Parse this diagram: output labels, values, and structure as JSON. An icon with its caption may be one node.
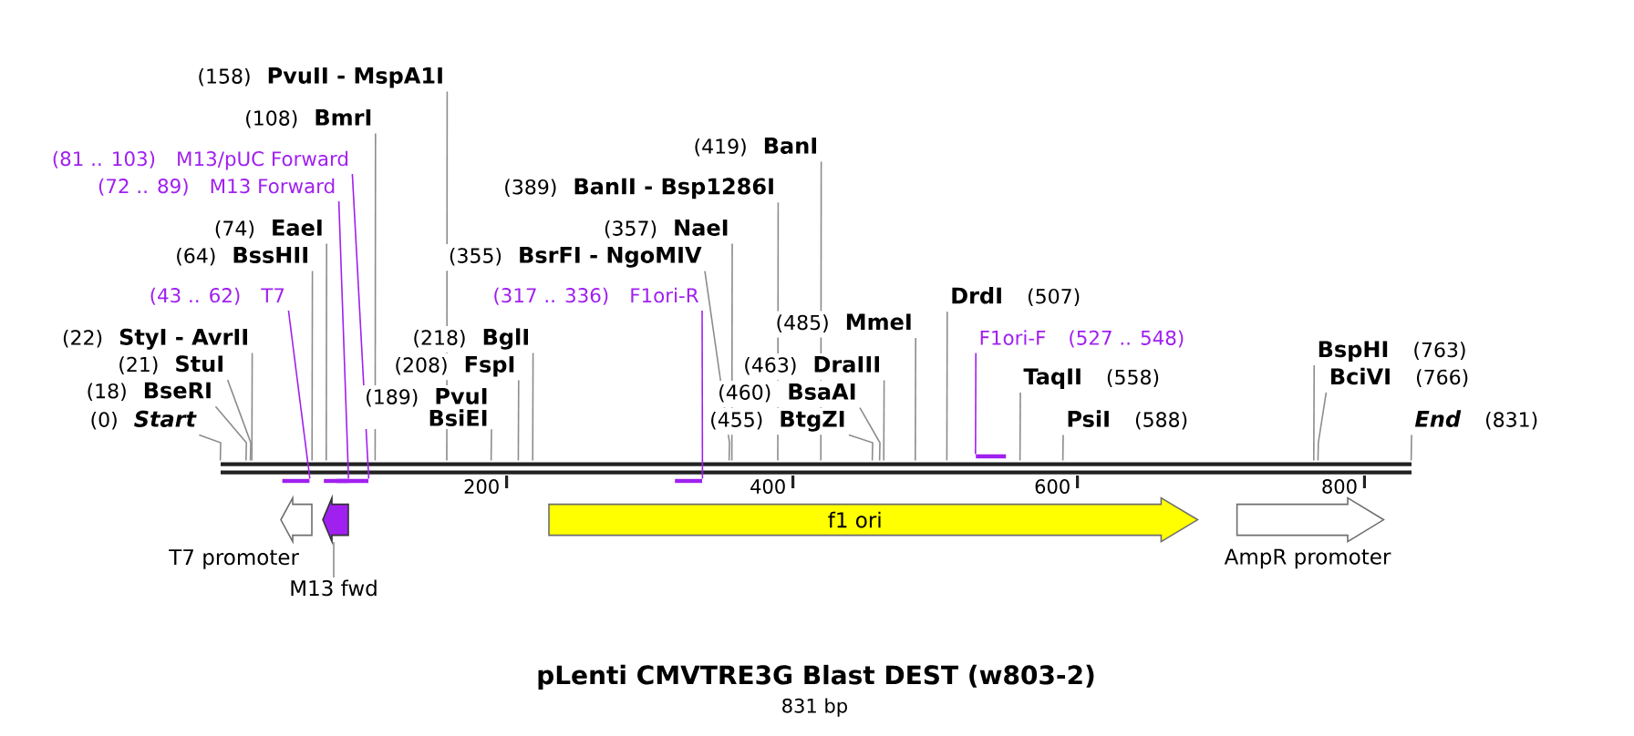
{
  "diagram": {
    "title": "pLenti CMVTRE3G Blast DEST (w803-2)",
    "caption": "831 bp",
    "nodes": [
      {
        "text": [
          "(158)",
          "PvuII - MspA1I"
        ]
      },
      {
        "text": [
          "(108)",
          "BmrI"
        ]
      },
      {
        "text": [
          "(419)",
          "BanI"
        ]
      },
      {
        "text": [
          "(81 .. 103)",
          "M13/pUC Forward"
        ]
      },
      {
        "text": [
          "(72 .. 89)",
          "M13 Forward"
        ]
      },
      {
        "text": [
          "(389)",
          "BanII - Bsp1286I"
        ]
      },
      {
        "text": [
          "(74)",
          "EaeI"
        ]
      },
      {
        "text": [
          "(357)",
          "NaeI"
        ]
      },
      {
        "text": [
          "(64)",
          "BssHII"
        ]
      },
      {
        "text": [
          "(355)",
          "BsrFI - NgoMIV"
        ]
      },
      {
        "text": [
          "(43 .. 62)",
          "T7"
        ]
      },
      {
        "text": [
          "(317 .. 336)",
          "F1ori-R"
        ]
      },
      {
        "text": [
          "DrdI",
          "(507)"
        ]
      },
      {
        "text": [
          "(485)",
          "MmeI"
        ]
      },
      {
        "text": [
          "(22)",
          "StyI - AvrII"
        ]
      },
      {
        "text": [
          "(218)",
          "BglI"
        ]
      },
      {
        "text": [
          "F1ori-F",
          "(527 .. 548)"
        ]
      },
      {
        "text": [
          "BspHI",
          "(763)"
        ]
      },
      {
        "text": [
          "(21)",
          "StuI"
        ]
      },
      {
        "text": [
          "(208)",
          "FspI"
        ]
      },
      {
        "text": [
          "(463)",
          "DraIII"
        ]
      },
      {
        "text": [
          "TaqII",
          "(558)"
        ]
      },
      {
        "text": [
          "BciVI",
          "(766)"
        ]
      },
      {
        "text": [
          "(18)",
          "BseRI"
        ]
      },
      {
        "text": [
          "(189)",
          "PvuI",
          "BsiEI"
        ]
      },
      {
        "text": [
          "(460)",
          "BsaAI"
        ]
      },
      {
        "text": [
          "(0)",
          "Start"
        ]
      },
      {
        "text": [
          "(455)",
          "BtgZI"
        ]
      },
      {
        "text": [
          "PsiI",
          "(588)"
        ]
      },
      {
        "text": [
          "End",
          "(831)"
        ]
      },
      {
        "text": [],
        "shape": "line"
      },
      {
        "text": [],
        "shape": "bar"
      },
      {
        "text": [],
        "shape": "bar"
      },
      {
        "text": [],
        "shape": "bar"
      },
      {
        "text": [],
        "shape": "bar"
      },
      {
        "text": [],
        "shape": "bar"
      },
      {
        "text": [],
        "shape": "arrow",
        "beside": [
          "T7 promoter"
        ]
      },
      {
        "text": [],
        "shape": "arrow"
      },
      {
        "text": [
          "f1 ori"
        ]
      },
      {
        "text": [],
        "shape": "arrow",
        "beside": [
          "AmpR promoter"
        ]
      },
      {
        "text": [
          "M13 fwd"
        ]
      }
    ],
    "edges": [
      {
        "from": 0,
        "to": 30,
        "arrow": "none"
      },
      {
        "from": 1,
        "to": 30,
        "arrow": "none"
      },
      {
        "from": 2,
        "to": 30,
        "arrow": "none"
      },
      {
        "from": 3,
        "to": 33,
        "arrow": "none",
        "color": "#a020f0"
      },
      {
        "from": 4,
        "to": 32,
        "arrow": "none",
        "color": "#a020f0"
      },
      {
        "from": 5,
        "to": 30,
        "arrow": "none"
      },
      {
        "from": 6,
        "to": 30,
        "arrow": "none"
      },
      {
        "from": 7,
        "to": 30,
        "arrow": "none"
      },
      {
        "from": 8,
        "to": 30,
        "arrow": "none"
      },
      {
        "from": 9,
        "to": 30,
        "arrow": "none"
      },
      {
        "from": 10,
        "to": 31,
        "arrow": "none",
        "color": "#a020f0"
      },
      {
        "from": 11,
        "to": 34,
        "arrow": "none",
        "color": "#a020f0"
      },
      {
        "from": 12,
        "to": 30,
        "arrow": "none"
      },
      {
        "from": 13,
        "to": 30,
        "arrow": "none"
      },
      {
        "from": 14,
        "to": 30,
        "arrow": "none"
      },
      {
        "from": 15,
        "to": 30,
        "arrow": "none"
      },
      {
        "from": 16,
        "to": 35,
        "arrow": "none",
        "color": "#a020f0"
      },
      {
        "from": 17,
        "to": 30,
        "arrow": "none"
      },
      {
        "from": 18,
        "to": 30,
        "arrow": "none"
      },
      {
        "from": 19,
        "to": 30,
        "arrow": "none"
      },
      {
        "from": 20,
        "to": 30,
        "arrow": "none"
      },
      {
        "from": 21,
        "to": 30,
        "arrow": "none"
      },
      {
        "from": 22,
        "to": 30,
        "arrow": "none"
      },
      {
        "from": 23,
        "to": 30,
        "arrow": "none"
      },
      {
        "from": 24,
        "to": 30,
        "arrow": "none"
      },
      {
        "from": 25,
        "to": 30,
        "arrow": "none"
      },
      {
        "from": 26,
        "to": 30,
        "arrow": "none"
      },
      {
        "from": 27,
        "to": 30,
        "arrow": "none"
      },
      {
        "from": 28,
        "to": 30,
        "arrow": "none"
      },
      {
        "from": 29,
        "to": 30,
        "arrow": "none"
      },
      {
        "from": 40,
        "to": 37,
        "arrow": "none"
      }
    ],
    "labels": [
      "200",
      "400",
      "600",
      "800"
    ]
  }
}
